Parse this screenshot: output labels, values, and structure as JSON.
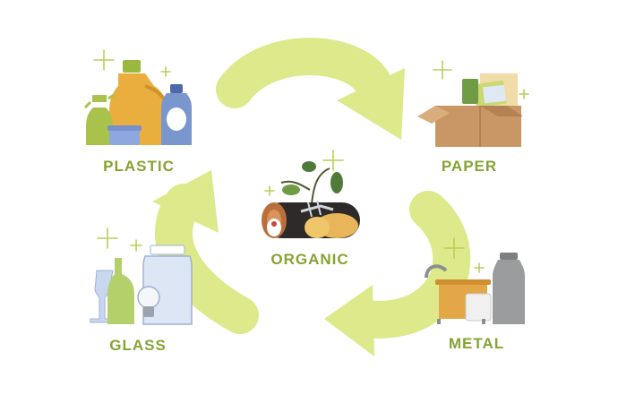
{
  "categories": {
    "plastic": {
      "label": "PLASTIC",
      "icon": "plastic-bottles-icon"
    },
    "paper": {
      "label": "PAPER",
      "icon": "paper-box-icon"
    },
    "organic": {
      "label": "ORGANIC",
      "icon": "organic-waste-icon"
    },
    "glass": {
      "label": "GLASS",
      "icon": "glass-items-icon"
    },
    "metal": {
      "label": "METAL",
      "icon": "metal-items-icon"
    }
  },
  "colors": {
    "label": "#86a332",
    "arrow": "#dde98a",
    "sparkle": "#b9cf58",
    "background": "#ffffff"
  }
}
